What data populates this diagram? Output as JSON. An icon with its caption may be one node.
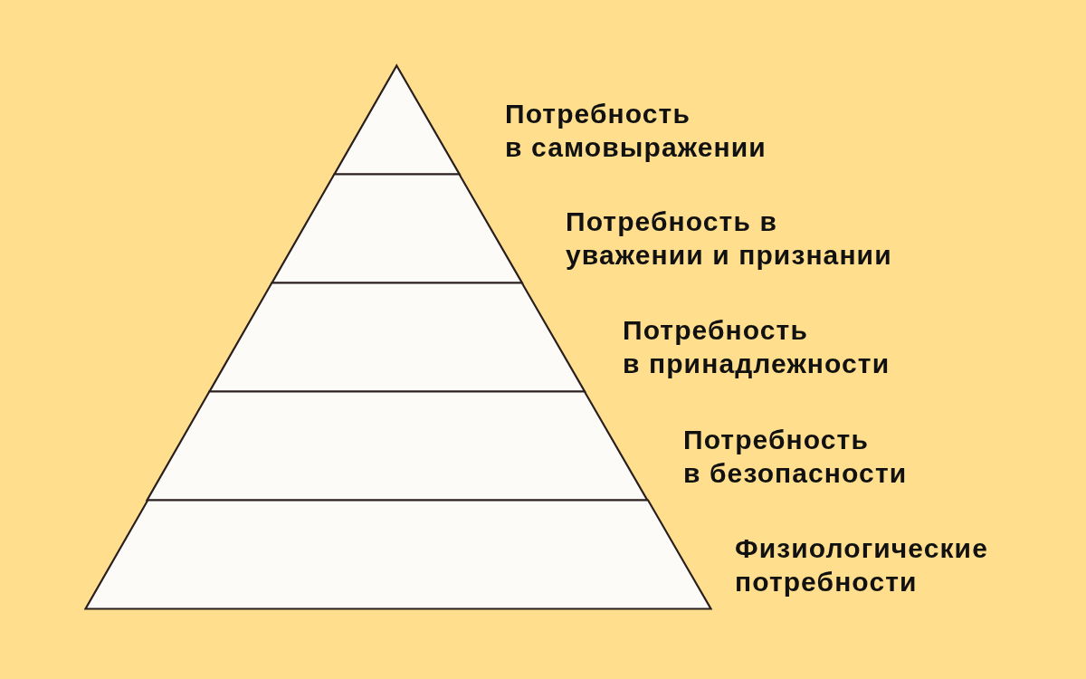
{
  "diagram": {
    "nodes": [
      {
        "text": [],
        "shape": "triangle"
      },
      {
        "text": [],
        "shape": "trapezoid"
      },
      {
        "text": [],
        "shape": "trapezoid"
      },
      {
        "text": [],
        "shape": "trapezoid"
      },
      {
        "text": [],
        "shape": "trapezoid"
      }
    ],
    "labels": [
      "Потребность в самовыражении",
      "Потребность в уважении и признании",
      "Потребность в принадлежности",
      "Потребность в безопасности",
      "Физиологические потребности"
    ]
  }
}
